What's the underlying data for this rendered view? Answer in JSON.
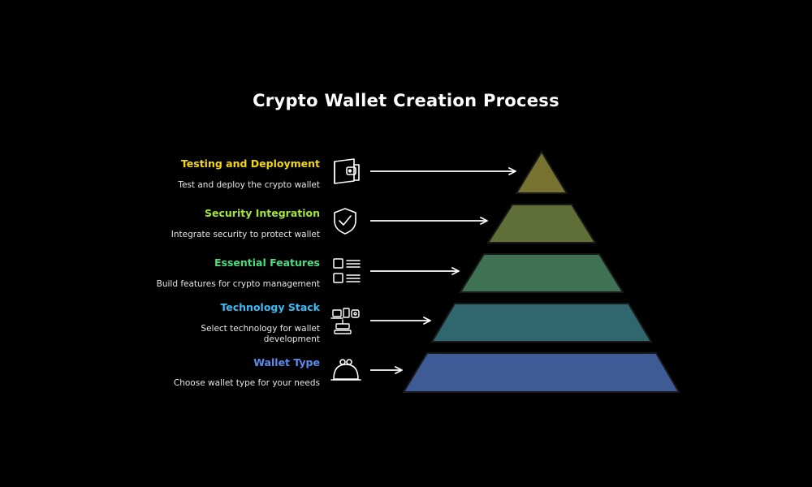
{
  "title": "Crypto Wallet Creation Process",
  "levels": [
    {
      "heading": "Testing and Deployment",
      "description": "Test and deploy the crypto wallet",
      "icon": "wallet-icon",
      "color": "#f5d90a",
      "fill": "#77722f"
    },
    {
      "heading": "Security Integration",
      "description": "Integrate security to protect wallet",
      "icon": "shield-check-icon",
      "color": "#a3e635",
      "fill": "#5f6f37"
    },
    {
      "heading": "Essential Features",
      "description": "Build features for crypto management",
      "icon": "feature-list-icon",
      "color": "#4ade80",
      "fill": "#3f7252"
    },
    {
      "heading": "Technology Stack",
      "description": "Select technology for wallet development",
      "icon": "devices-icon",
      "color": "#38bdf8",
      "fill": "#30676f"
    },
    {
      "heading": "Wallet Type",
      "description": "Choose wallet type for your needs",
      "icon": "coin-purse-icon",
      "color": "#5b8def",
      "fill": "#3e5b96"
    }
  ]
}
